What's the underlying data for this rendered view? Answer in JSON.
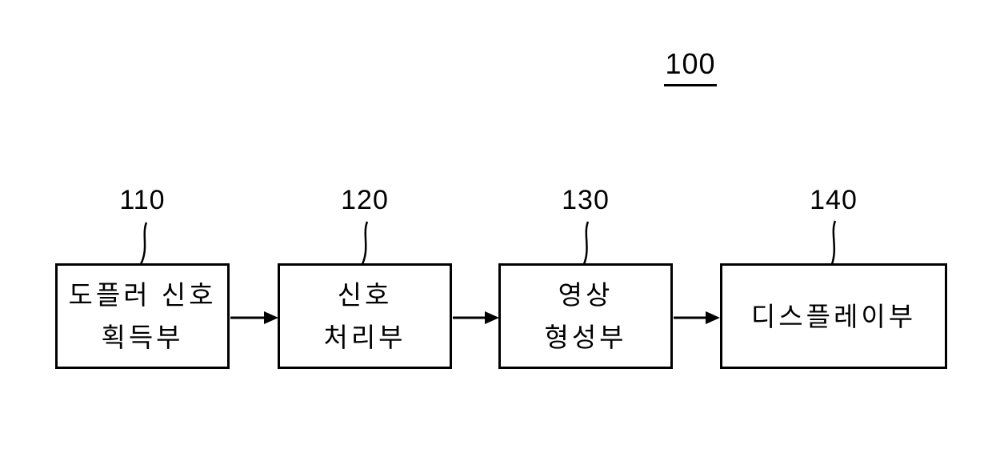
{
  "figure": {
    "reference_label": "100",
    "colors": {
      "line": "#000000",
      "background": "#ffffff"
    },
    "boxes": [
      {
        "ref": "110",
        "lines": [
          "도플러 신호",
          "획득부"
        ]
      },
      {
        "ref": "120",
        "lines": [
          "신호",
          "처리부"
        ]
      },
      {
        "ref": "130",
        "lines": [
          "영상",
          "형성부"
        ]
      },
      {
        "ref": "140",
        "lines": [
          "디스플레이부"
        ]
      }
    ],
    "connections": [
      {
        "from": "110",
        "to": "120"
      },
      {
        "from": "120",
        "to": "130"
      },
      {
        "from": "130",
        "to": "140"
      }
    ]
  }
}
